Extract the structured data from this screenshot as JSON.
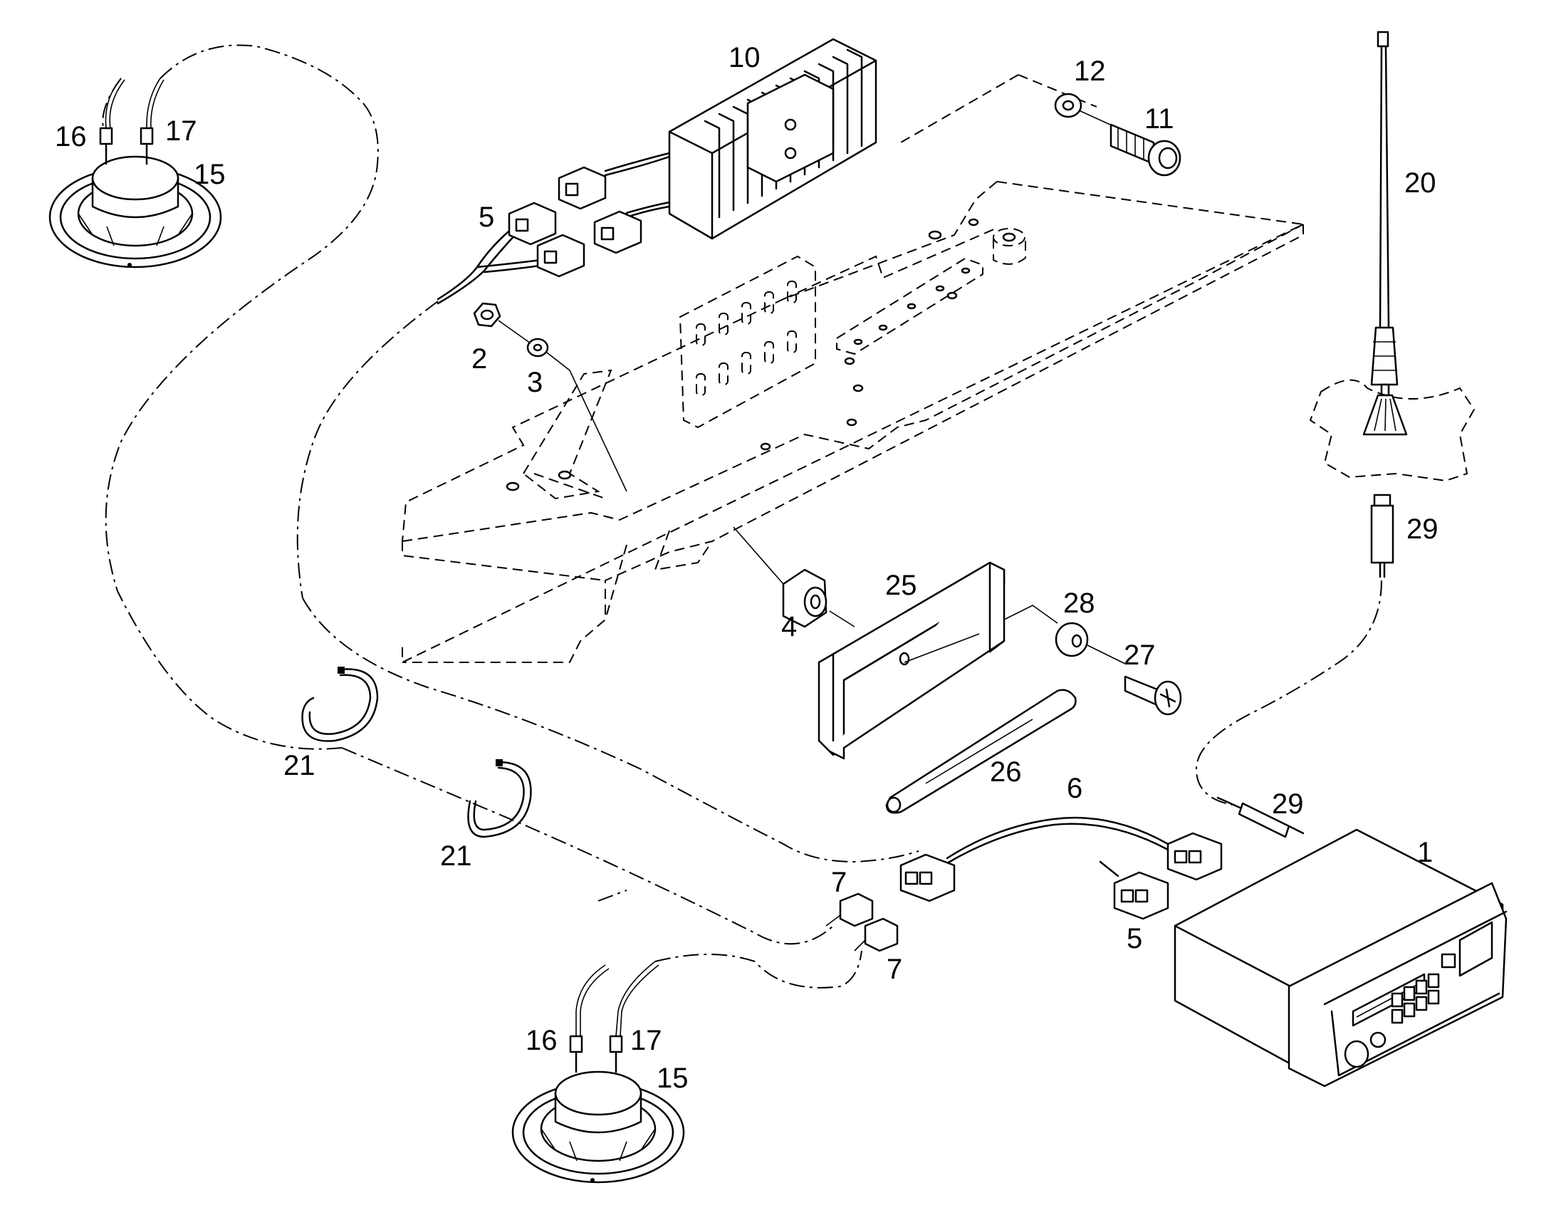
{
  "labels": {
    "p1": "1",
    "p2": "2",
    "p3": "3",
    "p4": "4",
    "p5a": "5",
    "p5b": "5",
    "p6": "6",
    "p7a": "7",
    "p7b": "7",
    "p10": "10",
    "p11": "11",
    "p12": "12",
    "p15a": "15",
    "p15b": "15",
    "p16a": "16",
    "p16b": "16",
    "p17a": "17",
    "p17b": "17",
    "p20": "20",
    "p21a": "21",
    "p21b": "21",
    "p25": "25",
    "p26": "26",
    "p27": "27",
    "p28": "28",
    "p29a": "29",
    "p29b": "29"
  }
}
